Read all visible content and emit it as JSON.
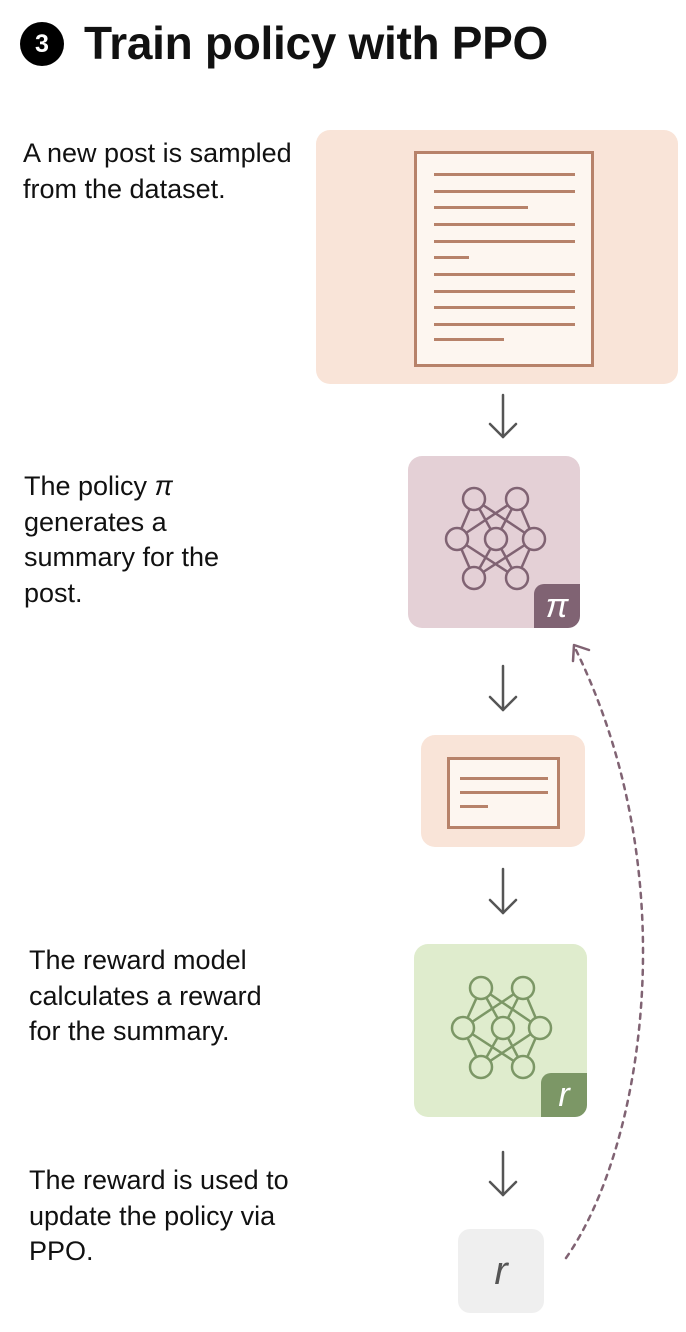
{
  "header": {
    "step_number": "3",
    "title": "Train policy with PPO"
  },
  "steps": [
    {
      "description": "A new post is sampled from the dataset."
    },
    {
      "description_before": "The policy ",
      "symbol": "π",
      "description_after": " generates a summary for the post."
    },
    {
      "description": "The reward model calculates a reward for the summary."
    },
    {
      "description": "The reward is used to update the policy via PPO."
    }
  ],
  "nodes": {
    "post_document": {
      "icon": "document-icon"
    },
    "policy_model": {
      "icon": "neural-network-icon",
      "tag": "π"
    },
    "summary_document": {
      "icon": "summary-document-icon"
    },
    "reward_model": {
      "icon": "neural-network-icon",
      "tag": "r"
    },
    "reward_value": {
      "label": "r"
    }
  },
  "colors": {
    "document_fill": "#f9e4d8",
    "document_stroke": "#b7826a",
    "policy_fill": "#e4d0d6",
    "policy_accent": "#806373",
    "reward_fill": "#dfeccd",
    "reward_accent": "#7c9766",
    "reward_value_fill": "#efefef",
    "arrow": "#555555",
    "feedback_arrow": "#806373"
  }
}
